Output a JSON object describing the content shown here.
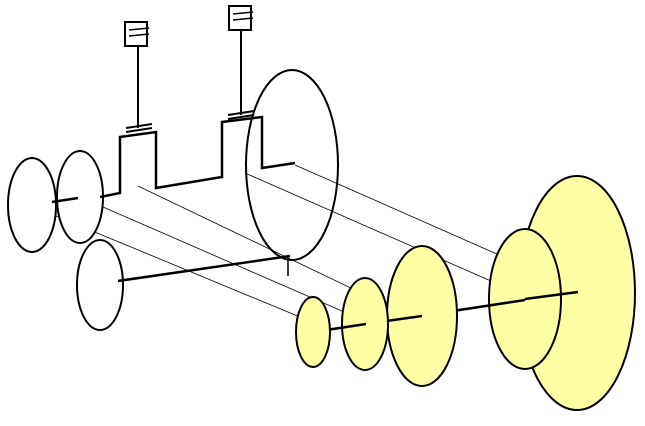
{
  "colors": {
    "background": "#ffffff",
    "stroke": "#000000",
    "equivalent_fill": "#ffffa6",
    "original_fill": "#ffffff"
  },
  "original_system": {
    "flywheels": 4,
    "cylinders": 2,
    "components": [
      "pulley-left",
      "pulley-middle",
      "crank-pulley",
      "flywheel-large",
      "crankshaft",
      "piston-left",
      "piston-right"
    ]
  },
  "equivalent_system": {
    "disks": 5,
    "components": [
      "disk-1",
      "disk-2",
      "disk-3",
      "disk-4",
      "disk-5",
      "shaft-segments"
    ]
  }
}
